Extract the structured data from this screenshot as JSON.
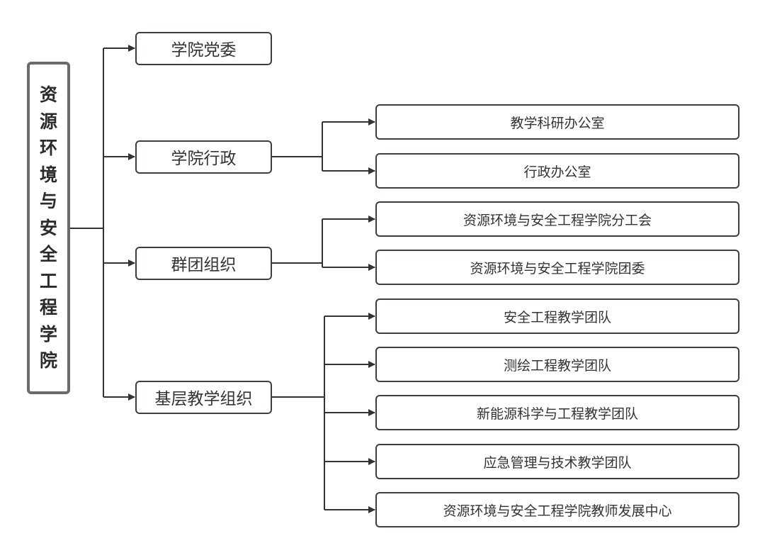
{
  "diagram": {
    "type": "org-chart",
    "line_color": "#333333",
    "root": {
      "label": "资源环境与安全工程学院"
    },
    "branches": [
      {
        "label": "学院党委",
        "children": []
      },
      {
        "label": "学院行政",
        "children": [
          "教学科研办公室",
          "行政办公室"
        ]
      },
      {
        "label": "群团组织",
        "children": [
          "资源环境与安全工程学院分工会",
          "资源环境与安全工程学院团委"
        ]
      },
      {
        "label": "基层教学组织",
        "children": [
          "安全工程教学团队",
          "测绘工程教学团队",
          "新能源科学与工程教学团队",
          "应急管理与技术教学团队",
          "资源环境与安全工程学院教师发展中心"
        ]
      }
    ]
  }
}
